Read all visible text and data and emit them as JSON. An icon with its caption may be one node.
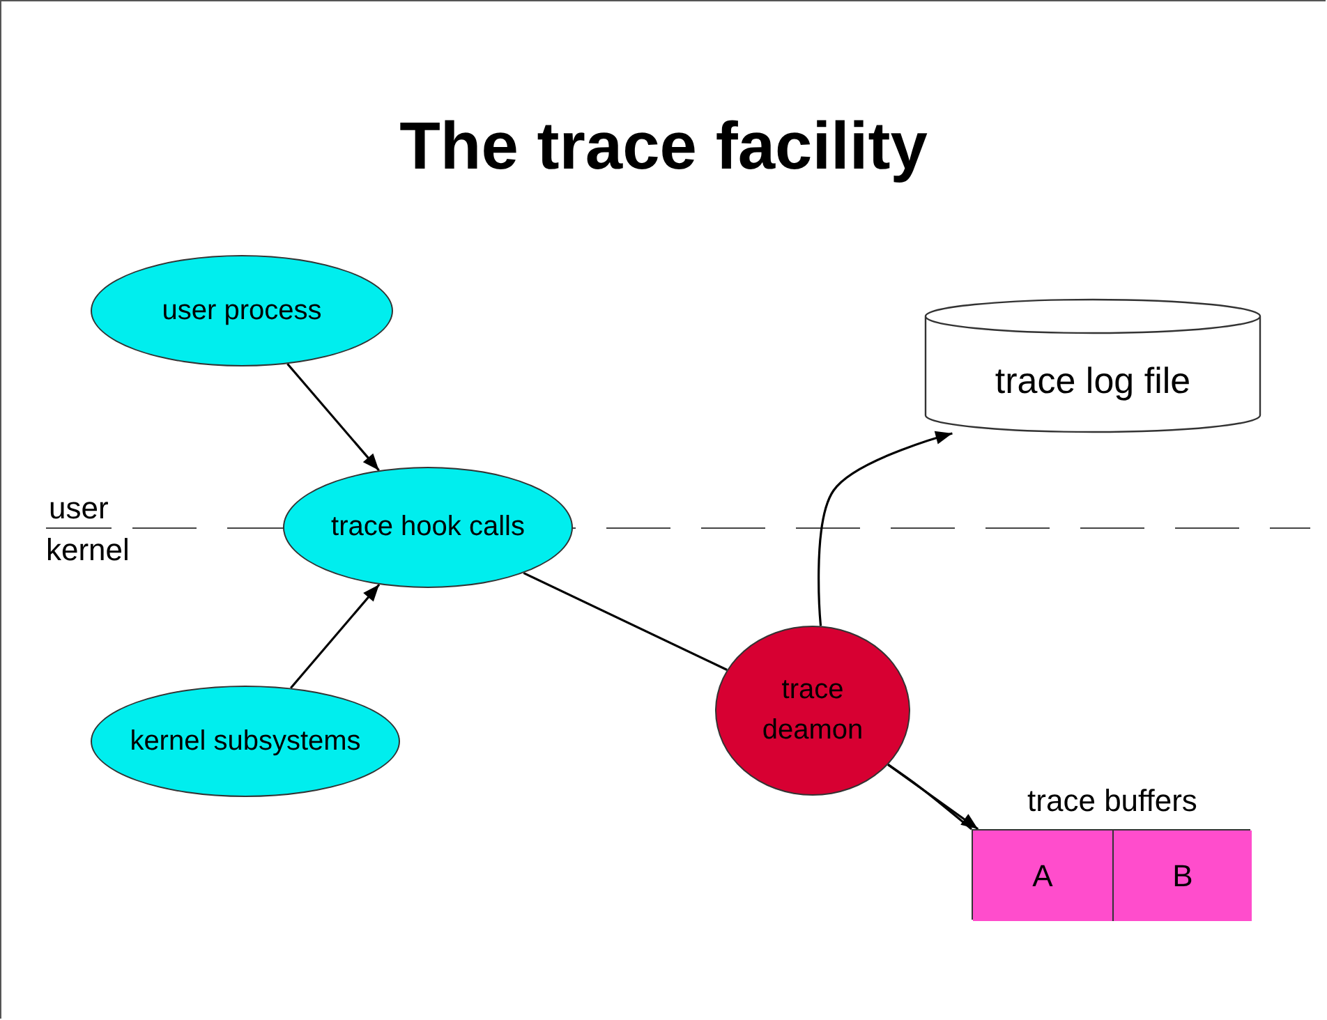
{
  "diagram": {
    "title": "The trace facility",
    "nodes": [
      {
        "text": [
          "user process"
        ]
      },
      {
        "text": [
          "trace hook calls"
        ]
      },
      {
        "text": [
          "kernel subsystems"
        ]
      },
      {
        "text": [
          "trace deamon"
        ]
      },
      {
        "text": [
          "trace log file"
        ]
      },
      {
        "text": [
          "trace buffers"
        ]
      },
      {
        "text": [
          "A"
        ],
        "in": 5
      },
      {
        "text": [
          "B"
        ],
        "in": 5
      }
    ],
    "edges": [
      {
        "from": 0,
        "to": 1,
        "arrow": "to"
      },
      {
        "from": 2,
        "to": 1,
        "arrow": "to"
      },
      {
        "from": 1,
        "to": 3,
        "arrow": "none"
      },
      {
        "from": 3,
        "to": 4,
        "arrow": "to"
      },
      {
        "from": 3,
        "to": 6,
        "arrow": "to"
      },
      {
        "from": 3,
        "to": 5,
        "arrow": "none"
      }
    ],
    "labels": [
      "user",
      "kernel"
    ]
  }
}
